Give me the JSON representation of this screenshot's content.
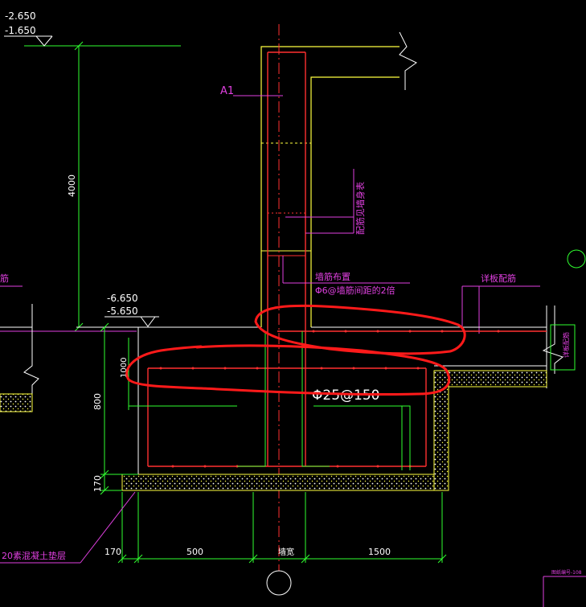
{
  "elevations": {
    "top_1": "-2.650",
    "top_2": "-1.650",
    "mid_1": "-6.650",
    "mid_2": "-5.650"
  },
  "labels": {
    "section_mark": "A1",
    "wall_rebar_note": "配筋见墙身表",
    "distribution_note": "墙筋布置",
    "stirrup_note": "Φ6@墙筋间距的2倍",
    "slab_note": "详板配筋",
    "left_note": "筋",
    "right_vertical_note": "详板配筋",
    "main_rebar": "Φ25@150",
    "bedding_note": "20素混凝土垫层",
    "wall_axis": "墙宽",
    "scale_note": "图纸编号-108"
  },
  "dimensions": {
    "height_4000": "4000",
    "d_1000": "1000",
    "d_800": "800",
    "d_170_vertical": "170",
    "d_170_horizontal": "170",
    "d_500": "500",
    "d_1500": "1500"
  },
  "colors": {
    "background": "#000000",
    "outline": "#ffffff",
    "concrete": "#ffff40",
    "rebar": "#ff3030",
    "dimension": "#30ff30",
    "annotation": "#e040e0",
    "highlight": "#ff1a1a"
  }
}
